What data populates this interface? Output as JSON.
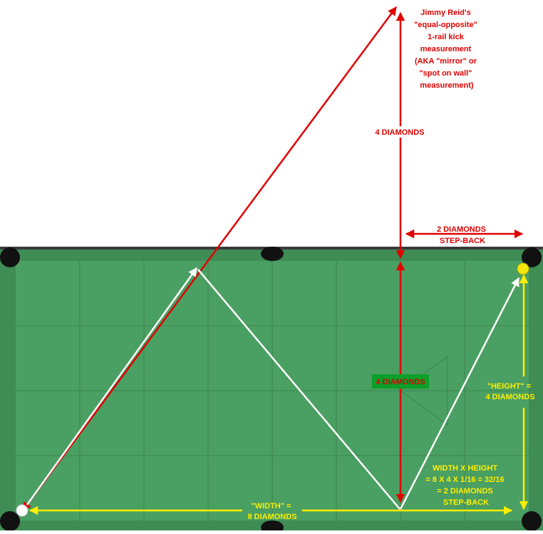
{
  "colors": {
    "background": "#ffffff",
    "felt": "#4a9f62",
    "rail": "#3f8c55",
    "rail_top": "#3a3a3a",
    "grid": "#3c8450",
    "pocket": "#111111",
    "red_line": "#e00000",
    "white_line": "#ffffff",
    "yellow_line": "#ffee00",
    "note_red": "#e00000",
    "note_yellow": "#ffee00",
    "label_box": "#0aa02a",
    "cue_ball": "#ffffff",
    "object_ball": "#f2e60a"
  },
  "notes": {
    "mirror_note": [
      "Jimmy Reid's",
      "\"equal-opposite\"",
      "1-rail kick",
      "measurement",
      "(AKA \"mirror\" or",
      "\"spot on wall\"",
      "measurement)"
    ],
    "four_diamonds_upper": "4 DIAMONDS",
    "step_back_top": [
      "2 DIAMONDS",
      "STEP-BACK"
    ],
    "four_diamonds_table": "4 DIAMONDS",
    "height_label": [
      "\"HEIGHT\" =",
      "4 DIAMONDS"
    ],
    "width_label": [
      "\"WIDTH\" =",
      "8 DIAMONDS"
    ],
    "formula": [
      "WIDTH X HEIGHT",
      "= 8 X 4 X 1/16 = 32/16",
      "= 2 DIAMONDS",
      "STEP-BACK"
    ]
  },
  "balls": {
    "cue_ball": "cue ball",
    "object_ball": "yellow object ball"
  }
}
